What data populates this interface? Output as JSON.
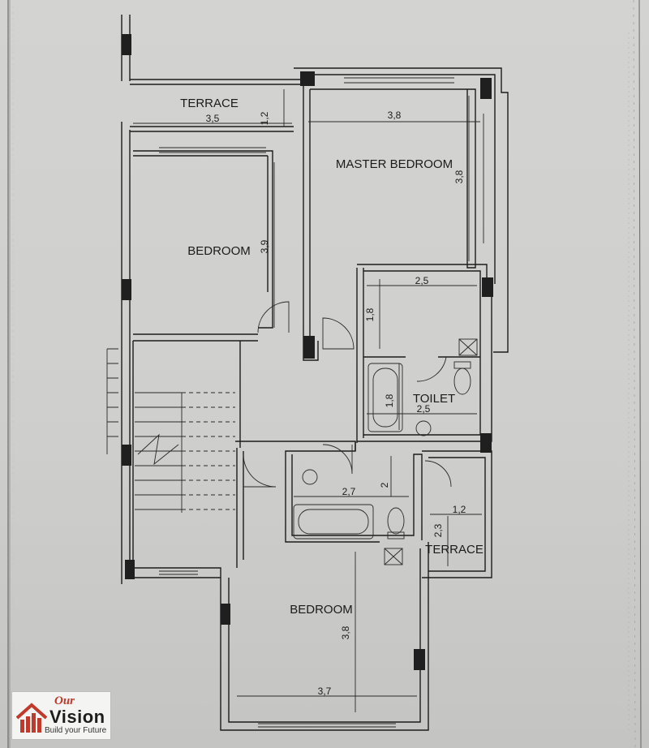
{
  "plan": {
    "rooms": {
      "terrace_top": "TERRACE",
      "master_bedroom": "MASTER BEDROOM",
      "bedroom_left": "BEDROOM",
      "toilet": "TOILET",
      "terrace_right": "TERRACE",
      "bedroom_bottom": "BEDROOM"
    },
    "dimensions": {
      "terrace_top_width": "3,5",
      "terrace_top_depth": "1,2",
      "master_width": "3,8",
      "master_depth": "3,8",
      "bedroom_left_depth": "3,9",
      "dressing_width": "2,5",
      "dressing_depth": "1,8",
      "toilet_depth": "1,8",
      "toilet_width": "2,5",
      "bath_width": "2,7",
      "bath_depth": "2",
      "terrace_right_width": "1,2",
      "terrace_right_depth": "2,3",
      "bedroom_bottom_depth": "3,8",
      "bedroom_bottom_width": "3,7"
    }
  },
  "logo": {
    "our": "Our",
    "word": "Vision",
    "tagline": "Build your Future",
    "accent": "#c0392b"
  }
}
